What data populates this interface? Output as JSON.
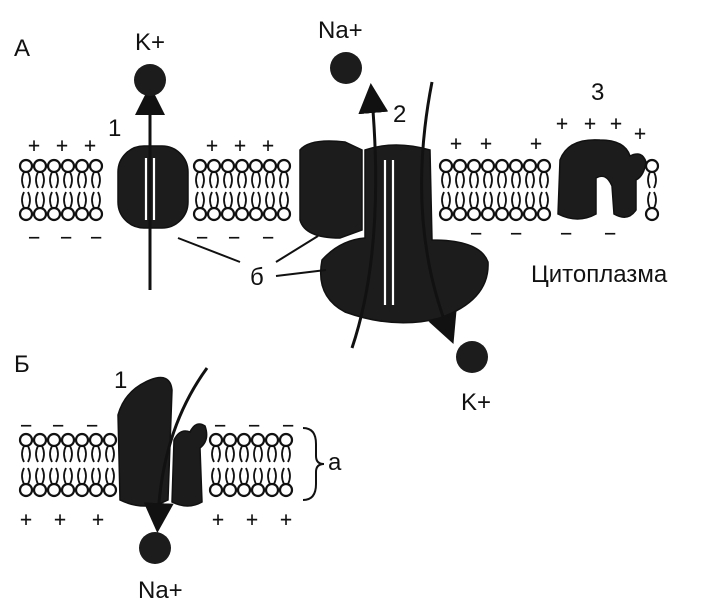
{
  "panels": {
    "a": {
      "label": "А"
    },
    "b": {
      "label": "Б"
    }
  },
  "ions": {
    "k_top": "K+",
    "na_top": "Na+",
    "k_bottom": "K+",
    "na_bottom": "Na+"
  },
  "numbers": {
    "one_a": "1",
    "two": "2",
    "three": "3",
    "one_b": "1"
  },
  "letters": {
    "b_lower": "б",
    "a_lower": "а"
  },
  "cytoplasm": "Цитоплазма",
  "signs": {
    "plus": "+",
    "minus": "−"
  },
  "colors": {
    "ink": "#1c1c1c",
    "background": "#ffffff"
  }
}
